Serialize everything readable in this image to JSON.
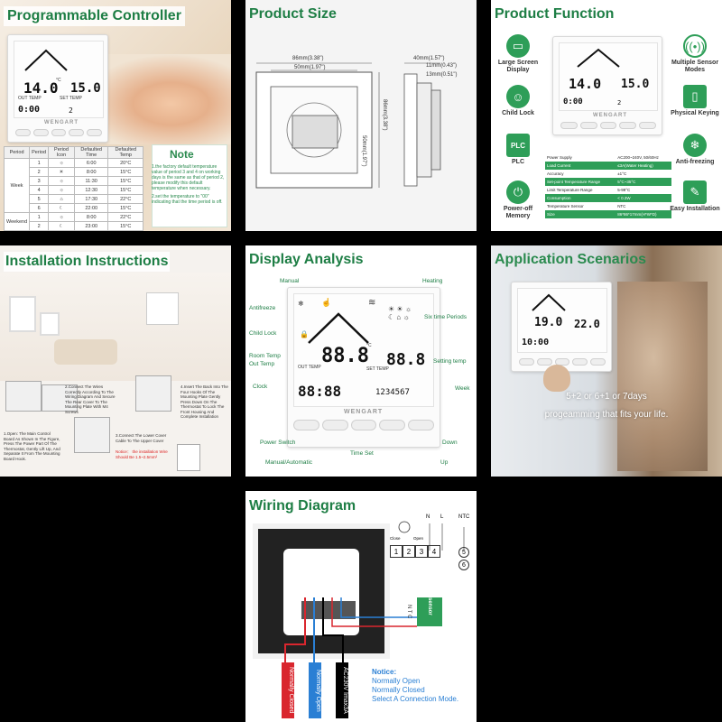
{
  "tiles": {
    "programmable": {
      "title": "Programmable  Controller",
      "lcd": {
        "room_temp": "14.0",
        "set_temp": "15.0",
        "out_temp_label": "OUT TEMP",
        "set_temp_label": "SET TEMP",
        "clock": "0:00",
        "day": "2",
        "degree": "°C"
      },
      "brand": "WENGART",
      "table": {
        "headers": [
          "Period",
          "Period Icon",
          "Defaulted Time",
          "Defaulted Temp"
        ],
        "groups": [
          {
            "name": "Week",
            "rows": [
              {
                "period": "1",
                "time": "6:00",
                "temp": "20°C"
              },
              {
                "period": "2",
                "time": "8:00",
                "temp": "15°C"
              },
              {
                "period": "3",
                "time": "11:30",
                "temp": "15°C"
              },
              {
                "period": "4",
                "time": "12:30",
                "temp": "15°C"
              },
              {
                "period": "5",
                "time": "17:30",
                "temp": "22°C"
              },
              {
                "period": "6",
                "time": "22:00",
                "temp": "15°C"
              }
            ]
          },
          {
            "name": "Weekend",
            "rows": [
              {
                "period": "1",
                "time": "8:00",
                "temp": "22°C"
              },
              {
                "period": "2",
                "time": "23:00",
                "temp": "15°C"
              }
            ]
          }
        ]
      },
      "note_title": "Note",
      "note_1": "1.the factory default temperature value of period 3 and 4 on working days is the same as that of period 2, please modify this default temperature when necessary.",
      "note_2": "2.set the temperature to \"00\" indicating that the time period is off."
    },
    "size": {
      "title": "Product Size",
      "w1": "86mm(3.38\")",
      "w2": "50mm(1.97\")",
      "h1": "50mm(1.97\")",
      "h2": "86mm(3.38\")",
      "d1": "40mm(1.57\")",
      "d2": "11mm(0.43\")",
      "d3": "13mm(0.51\")"
    },
    "function": {
      "title": "Product Function",
      "features_left": [
        "Large Screen Display",
        "Child Lock",
        "PLC",
        "Power-off Memory"
      ],
      "features_right": [
        "Multiple Sensor Modes",
        "Physical Keying",
        "Anti-freezing",
        "Easy Installation"
      ],
      "plc_badge": "PLC",
      "specs": [
        [
          "Power Supply",
          "AC200~240V, 50/60Hz"
        ],
        [
          "Load Current",
          "≤3A(Water Heating)"
        ],
        [
          "Accuracy",
          "±1°C"
        ],
        [
          "Set-point Temperature Range",
          "5°C~35°C"
        ],
        [
          "Limit Temperature Range",
          "5-99°C"
        ],
        [
          "Consumption",
          "< 0.3W"
        ],
        [
          "Temperature Sensor",
          "NTC"
        ],
        [
          "Size",
          "86*86*17mm(H*W*D)"
        ]
      ],
      "lcd": {
        "room_temp": "14.0",
        "set_temp": "15.0",
        "clock": "0:00",
        "day": "2"
      },
      "brand": "WENGART"
    },
    "installation": {
      "title": "Installation Instructions",
      "step1": "1.Open: The Main Control Board As Shown In The Figure, Press The Power Part Of The Thermostat, Gently Lift Up, And Separate It From The Mounting Board Hook.",
      "step2": "2.Connect The Wires Correctly According To The Wiring Diagram And Secure The Rear Cover To The Mounting Plate With M4 Screws",
      "step3": "3.Connect The Lower Cover Cable To The Upper Cover",
      "step4": "4.Insert The Back Into The Four Hooks Of The Mounting Plate Gently Press Down On The Thermostat To Lock The Front Housing And Complete Installation",
      "notice": "Notice： the installation Wire Should Be 1.5~2.5mm²"
    },
    "display": {
      "title": "Display Analysis",
      "labels": {
        "manual": "Manual",
        "heating": "Heating",
        "antifreeze": "Antifreeze",
        "six_time": "Six time Periods",
        "child_lock": "Child Lock",
        "room_temp": "Room Temp",
        "out_temp": "Out Temp",
        "setting_temp": "Setting temp",
        "clock": "Clock",
        "week": "Week",
        "power_switch": "Power Switch",
        "time_set": "Time Set",
        "down": "Down",
        "manual_auto": "Manual/Automatic",
        "up": "Up"
      },
      "lcd": {
        "room": "88.8",
        "set": "88.8",
        "clock": "88:88",
        "week": "1234567",
        "out_temp_label": "OUT TEMP",
        "set_temp_label": "SET TEMP",
        "degree": "°C"
      },
      "brand": "WENGART"
    },
    "application": {
      "title": "Application Scenarios",
      "line1": "5+2 or 6+1 or 7days",
      "line2": "progeamming that fits your life.",
      "lcd": {
        "room": "19.0",
        "set": "22.0",
        "clock": "10:00"
      }
    },
    "wiring": {
      "title": "Wiring Diagram",
      "terminals": [
        "1",
        "2",
        "3",
        "4"
      ],
      "ntc_terminals": [
        "5",
        "6"
      ],
      "top_labels": {
        "n": "N",
        "l": "L",
        "ntc": "NTC",
        "close": "Close",
        "open": "Open"
      },
      "sensor_label": "sensor",
      "sensor_sub": "N T C",
      "wire_labels": [
        "Normally Closed",
        "Normally Open",
        "AC230V Imax3A"
      ],
      "notice_title": "Notice:",
      "notice_lines": [
        "Normally Open",
        "Normally Closed",
        "Select A Connection Mode."
      ]
    }
  },
  "colors": {
    "green": "#1e7e45",
    "accent_green": "#2e9e58",
    "wire_red": "#d9262e",
    "wire_blue": "#2a7fd4",
    "black": "#000000"
  }
}
